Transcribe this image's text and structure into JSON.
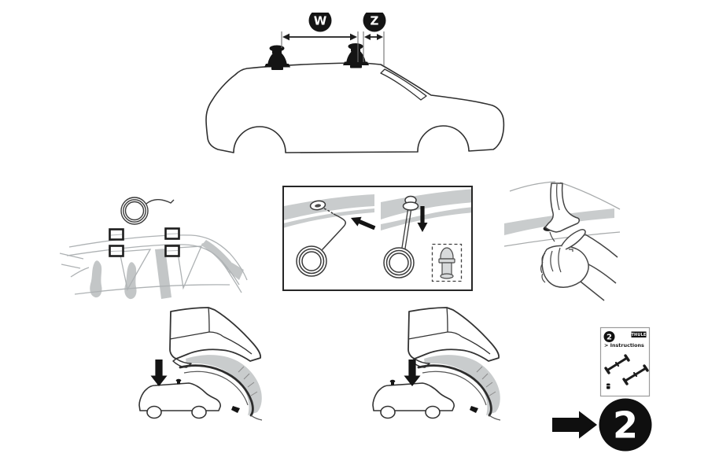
{
  "colors": {
    "ink": "#2f2f2f",
    "black": "#141414",
    "sketch_gray": "#aeb2b4",
    "panel_gray": "#c9cccd",
    "card_border_gray": "#9b9b9b",
    "background": "#ffffff"
  },
  "top_diagram": {
    "width_dimension_label": "W",
    "offset_dimension_label": "Z"
  },
  "manual_card": {
    "step_badge": "2",
    "brand_logo": "THULE",
    "title": "> Instructions"
  },
  "step_indicator": {
    "number": "2"
  },
  "icons": {
    "insert_wire_arrow": "arrow-pointing-up-left",
    "drop_wire_arrow": "arrow-pointing-down",
    "front_mount_arrow": "arrow-pointing-down",
    "rear_mount_arrow": "arrow-pointing-down",
    "next_step_arrow": "arrow-pointing-right"
  }
}
